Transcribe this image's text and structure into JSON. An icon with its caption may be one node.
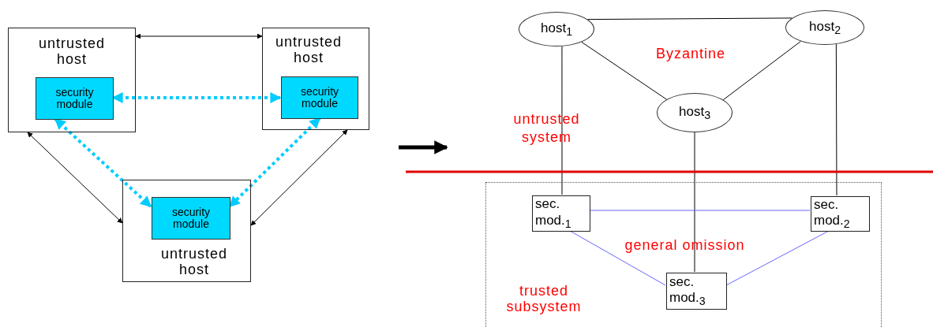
{
  "diagram": {
    "nodes": [
      {
        "text": [
          "untrusted host"
        ]
      },
      {
        "text": [
          "security module"
        ],
        "in": 0
      },
      {
        "text": [
          "untrusted host"
        ]
      },
      {
        "text": [
          "security module"
        ],
        "in": 2
      },
      {
        "text": [
          "untrusted host"
        ]
      },
      {
        "text": [
          "security module"
        ],
        "in": 4
      },
      {
        "text": [
          "host$_{1}$"
        ]
      },
      {
        "text": [
          "host$_{2}$"
        ]
      },
      {
        "text": [
          "host$_{3}$"
        ]
      },
      {
        "text": [
          "trusted subsystem"
        ]
      },
      {
        "text": [
          "sec. mod.$_{1}$"
        ],
        "in": 9
      },
      {
        "text": [
          "sec. mod.$_{2}$"
        ],
        "in": 9
      },
      {
        "text": [
          "sec. mod.$_{3}$"
        ],
        "in": 9
      }
    ],
    "edges": [
      {
        "from": 0,
        "to": 2,
        "arrow": "both"
      },
      {
        "from": 0,
        "to": 4,
        "arrow": "both"
      },
      {
        "from": 2,
        "to": 4,
        "arrow": "both"
      },
      {
        "from": 1,
        "to": 3,
        "arrow": "both",
        "style": "dashed",
        "color": "#00ccff"
      },
      {
        "from": 1,
        "to": 5,
        "arrow": "both",
        "style": "dashed",
        "color": "#00ccff"
      },
      {
        "from": 3,
        "to": 5,
        "arrow": "both",
        "style": "dashed",
        "color": "#00ccff"
      },
      {
        "from": 6,
        "to": 7,
        "arrow": "none"
      },
      {
        "from": 6,
        "to": 8,
        "arrow": "none"
      },
      {
        "from": 7,
        "to": 8,
        "arrow": "none"
      },
      {
        "from": 6,
        "to": 10,
        "arrow": "none"
      },
      {
        "from": 7,
        "to": 11,
        "arrow": "none"
      },
      {
        "from": 8,
        "to": 12,
        "arrow": "none"
      },
      {
        "from": 10,
        "to": 11,
        "arrow": "none",
        "color": "#6666ff"
      },
      {
        "from": 10,
        "to": 12,
        "arrow": "none",
        "color": "#6666ff"
      },
      {
        "from": 11,
        "to": 12,
        "arrow": "none",
        "color": "#6666ff"
      }
    ],
    "labels": [
      "Byzantine",
      "untrusted system",
      "general omission"
    ]
  }
}
